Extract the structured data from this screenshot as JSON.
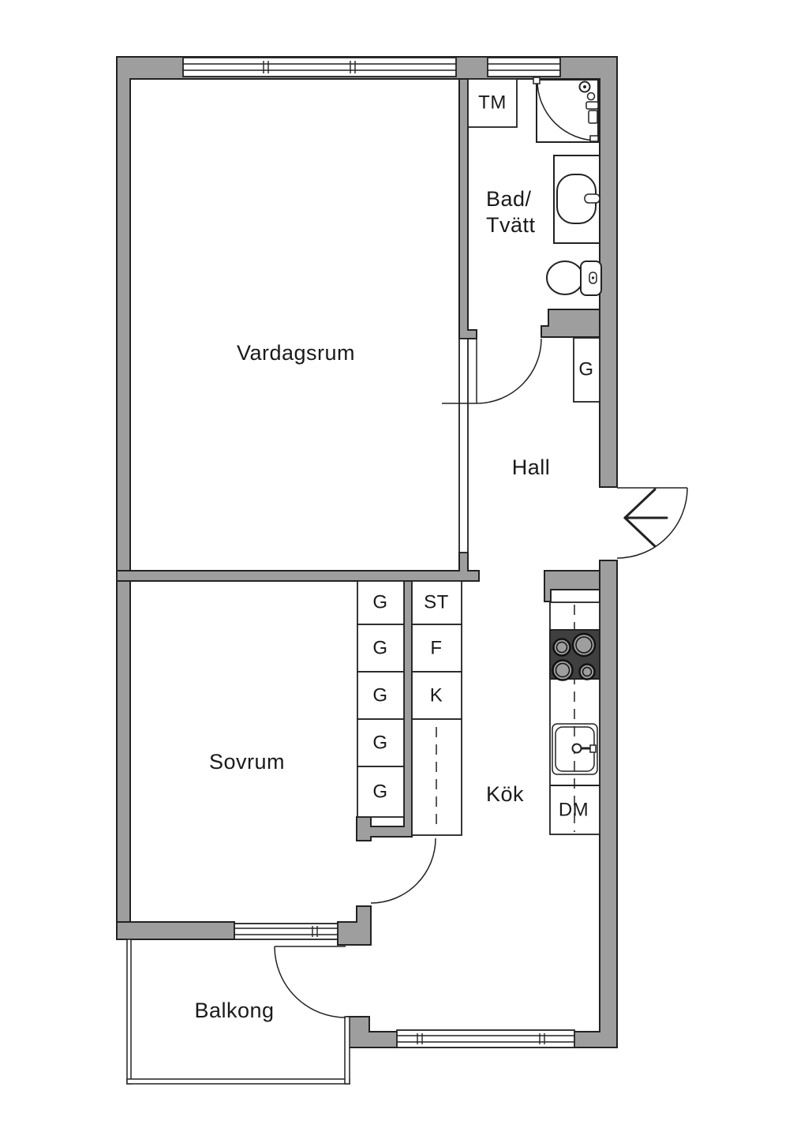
{
  "floorplan": {
    "rooms": {
      "living_room": "Vardagsrum",
      "bathroom_line1": "Bad/",
      "bathroom_line2": "Tvätt",
      "hall": "Hall",
      "bedroom": "Sovrum",
      "kitchen": "Kök",
      "balcony": "Balkong"
    },
    "labels": {
      "washing_machine": "TM",
      "hall_wardrobe": "G",
      "bedroom_wardrobes": [
        "G",
        "G",
        "G",
        "G",
        "G"
      ],
      "tall_closet": "ST",
      "fridge": "F",
      "freezer": "K",
      "dishwasher": "DM"
    },
    "colors": {
      "wall": "#9e9e9e",
      "line": "#222222",
      "hob": "#3f3f3f",
      "text": "#1a1a1a",
      "background": "#ffffff"
    }
  }
}
